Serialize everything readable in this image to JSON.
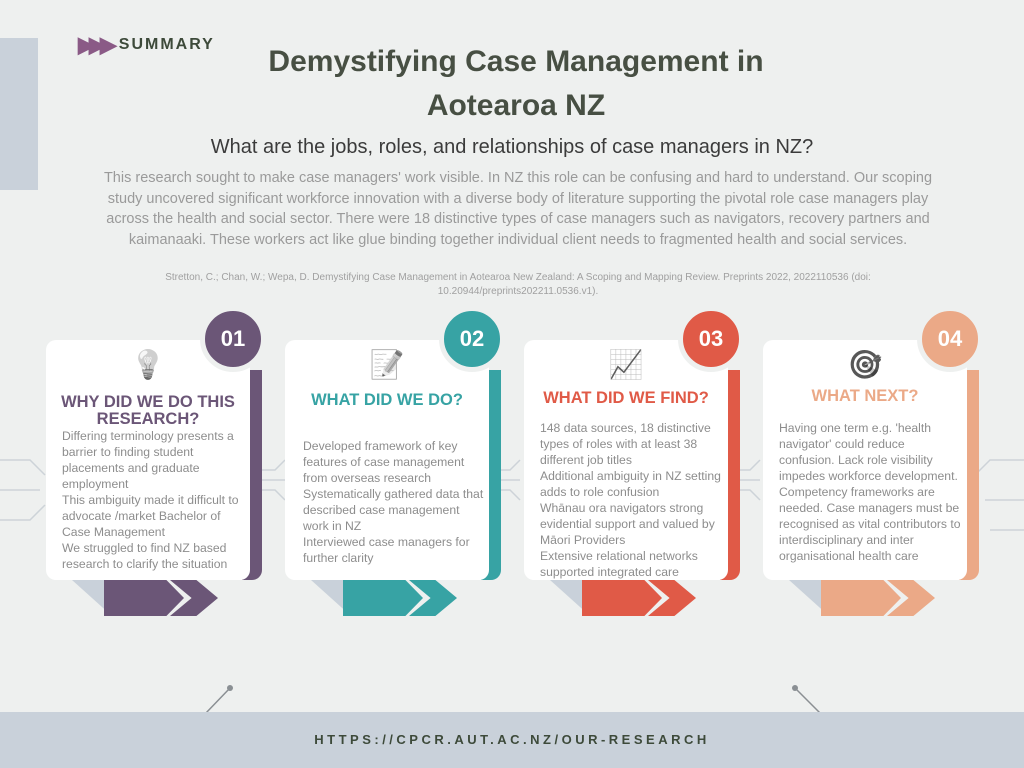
{
  "header": {
    "badge": "SUMMARY",
    "title": "Demystifying Case Management in Aotearoa NZ",
    "subtitle": "What are the jobs, roles, and relationships of case managers in NZ?",
    "intro": "This research sought to make case managers' work visible. In NZ this role can be confusing and hard to understand. Our scoping study uncovered significant workforce innovation with a diverse body of literature supporting the pivotal role case managers play across the health and social sector. There were 18 distinctive types of case managers such as navigators, recovery partners and kaimanaaki. These workers act like glue binding together individual client needs to fragmented health and social services.",
    "citation": "Stretton, C.; Chan, W.; Wepa, D. Demystifying Case Management in Aotearoa New Zealand: A Scoping and Mapping Review. Preprints 2022, 2022110536 (doi: 10.20944/preprints202211.0536.v1)."
  },
  "cards": [
    {
      "number": "01",
      "heading": "WHY DID WE DO THIS RESEARCH?",
      "icon": "lightbulb-icon",
      "color": "#6b5677",
      "lines": [
        "Differing terminology presents a  barrier to finding student placements and graduate employment",
        "This ambiguity made it difficult to advocate /market Bachelor of Case Management",
        "We struggled to find NZ based research to clarify the situation"
      ]
    },
    {
      "number": "02",
      "heading": "WHAT DID WE DO?",
      "icon": "notepad-icon",
      "color": "#37a3a4",
      "lines": [
        "Developed framework of key features of case management from overseas research",
        "Systematically gathered data that described case management work in NZ",
        "Interviewed case managers for further clarity"
      ]
    },
    {
      "number": "03",
      "heading": "WHAT DID WE FIND?",
      "icon": "bar-chart-icon",
      "color": "#e05a47",
      "lines": [
        "148 data sources, 18 distinctive types of roles with at least 38 different job titles",
        "Additional ambiguity in NZ setting adds to role confusion",
        "Whānau ora navigators strong evidential support and valued by Māori Providers",
        "Extensive relational networks supported integrated care"
      ]
    },
    {
      "number": "04",
      "heading": "WHAT NEXT?",
      "icon": "target-icon",
      "color": "#eba987",
      "lines": [
        "Having one term e.g. 'health navigator' could reduce confusion. Lack role visibility impedes workforce development.  Competency frameworks are needed. Case managers must be recognised as vital contributors to interdisciplinary and inter organisational health care"
      ]
    }
  ],
  "footer": {
    "url": "HTTPS://CPCR.AUT.AC.NZ/OUR-RESEARCH"
  }
}
